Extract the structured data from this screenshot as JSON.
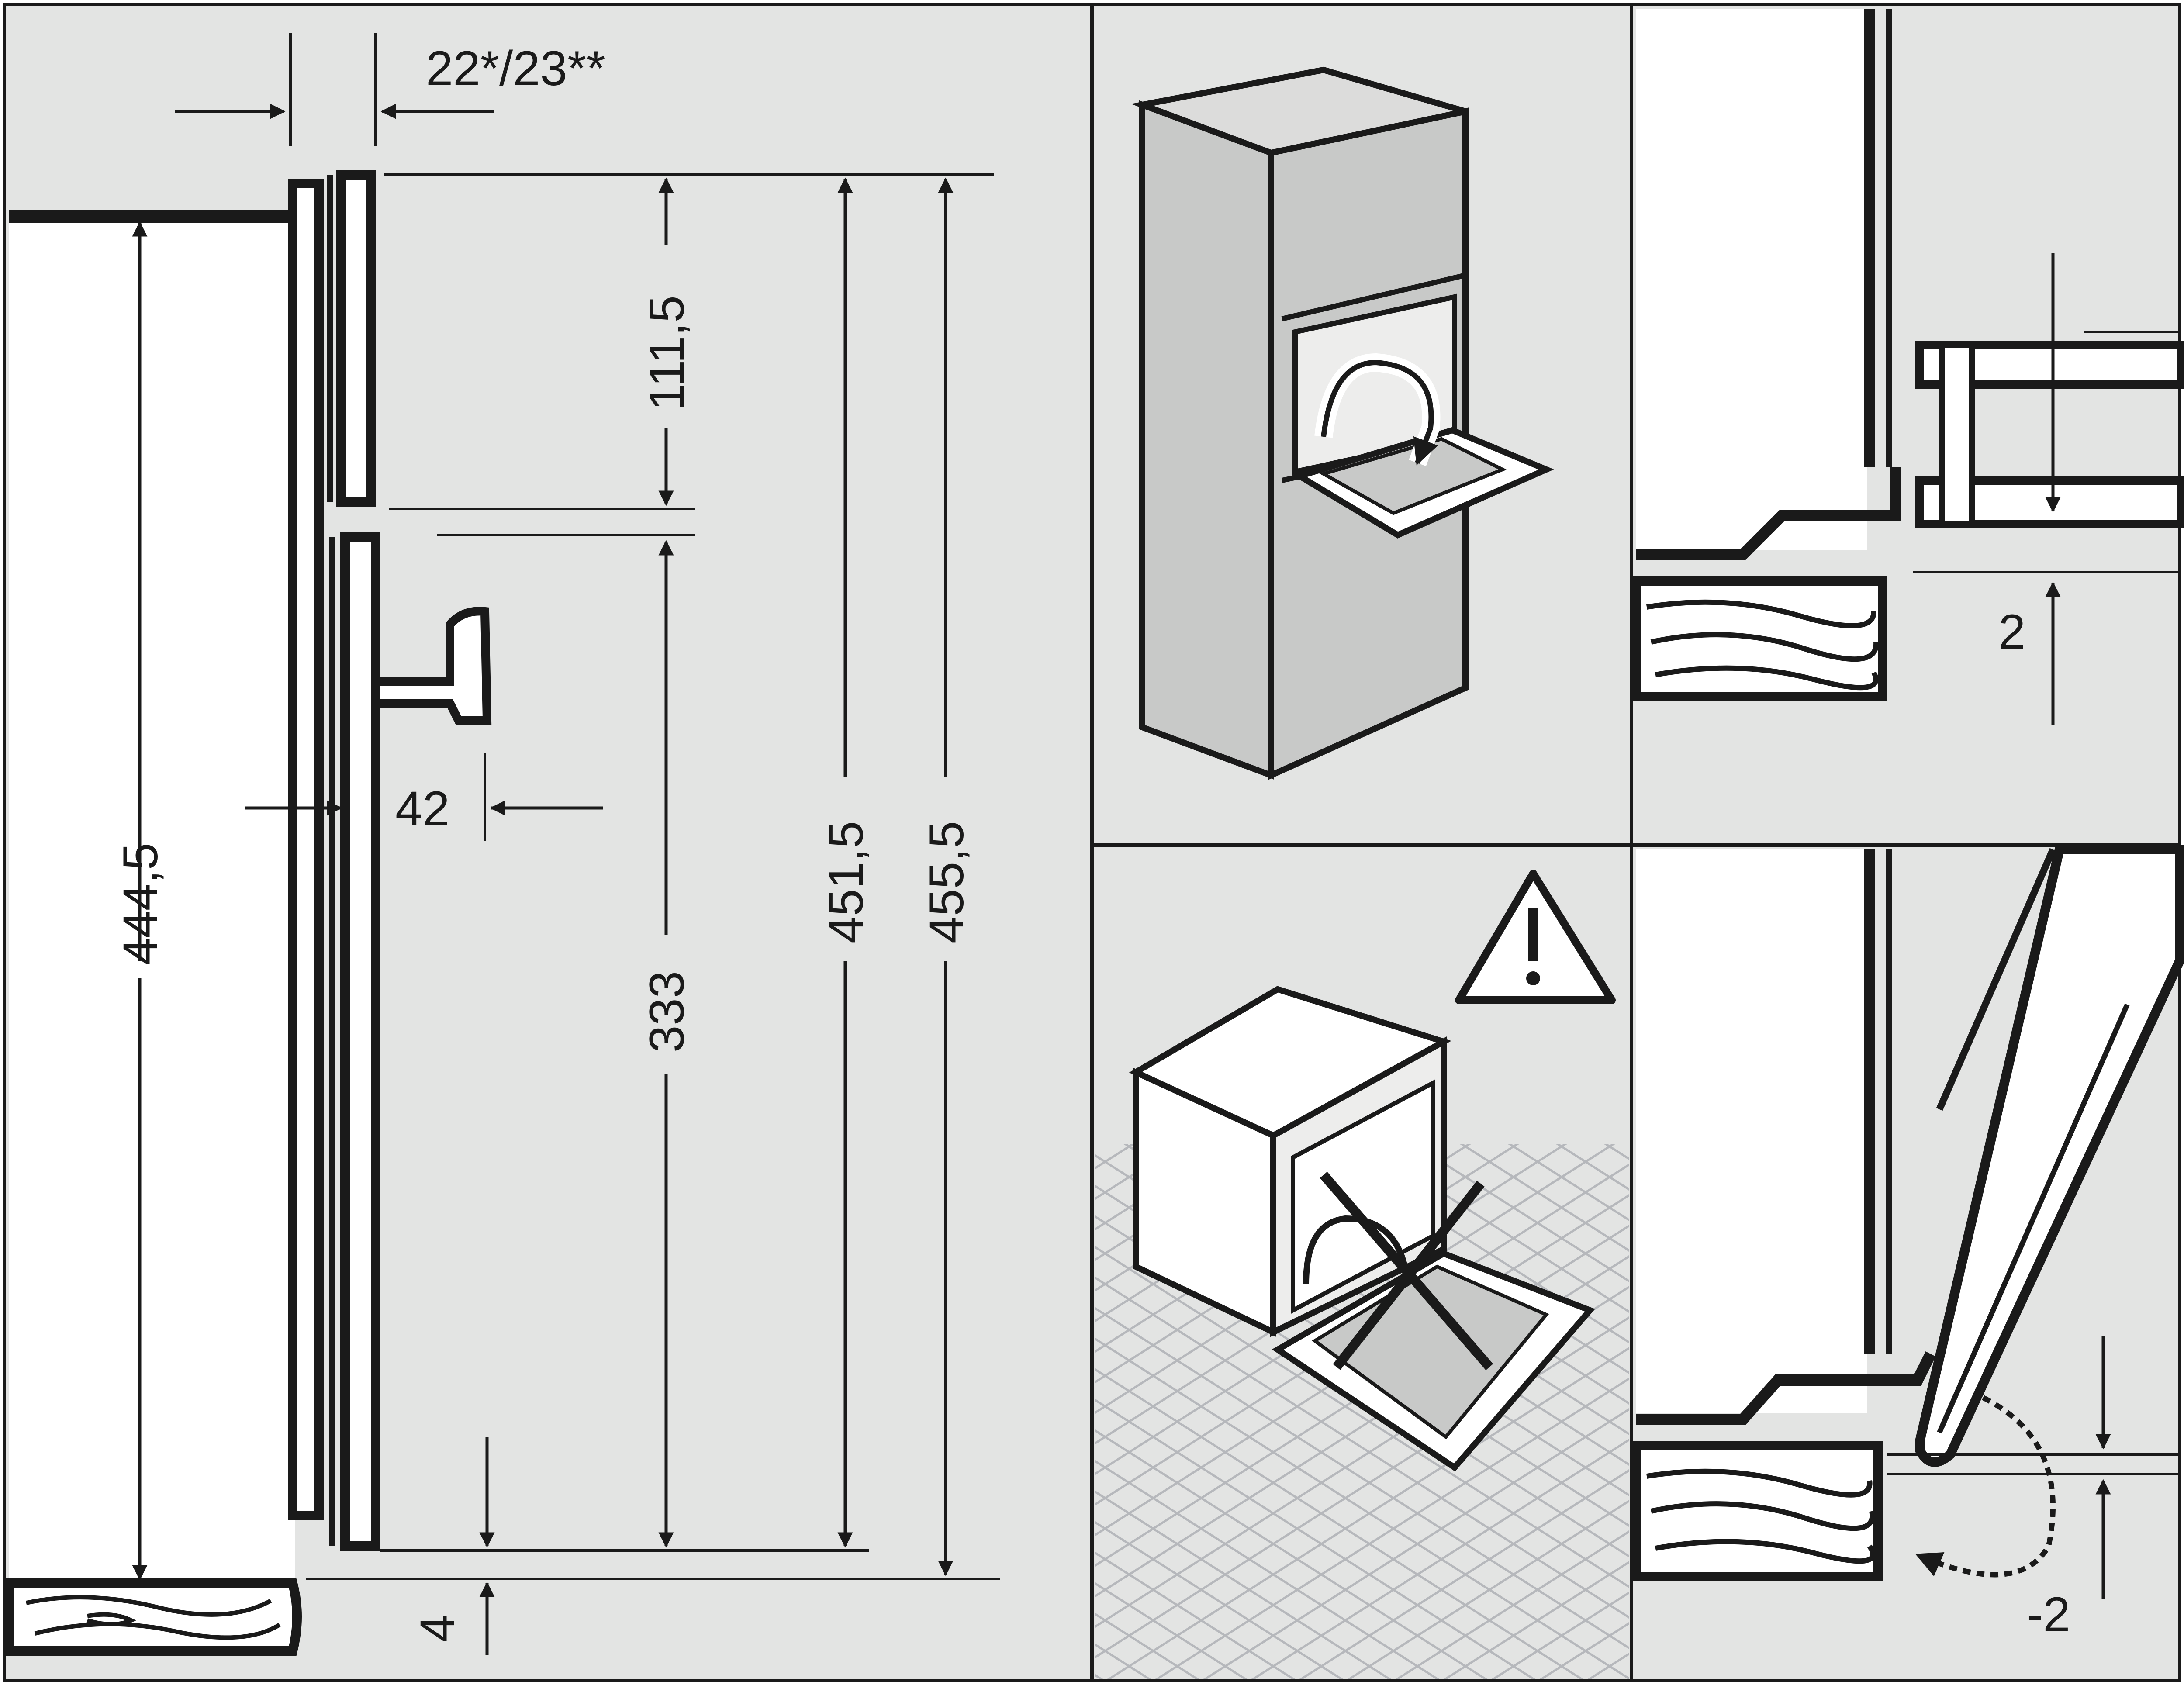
{
  "colors": {
    "panel_bg": "#e3e4e3",
    "ink": "#1a1a1a",
    "appliance_fill": "#c8c9c8",
    "light_fill": "#ededec",
    "tile_line": "#b6b8bc",
    "paper": "#ffffff"
  },
  "labels": {
    "gap_top": "22*/23**",
    "top_panel_height": "111,5",
    "door_height": "444,5",
    "lower_panel_height": "333",
    "handle_depth": "42",
    "overall_height_1": "451,5",
    "overall_height_2": "455,5",
    "bottom_gap": "4",
    "gap_positive": "2",
    "gap_negative": "-2"
  },
  "icons": {
    "warning": "warning-triangle-icon",
    "forbidden": "cross-mark-icon",
    "door_open": "curved-arrow-icon"
  }
}
